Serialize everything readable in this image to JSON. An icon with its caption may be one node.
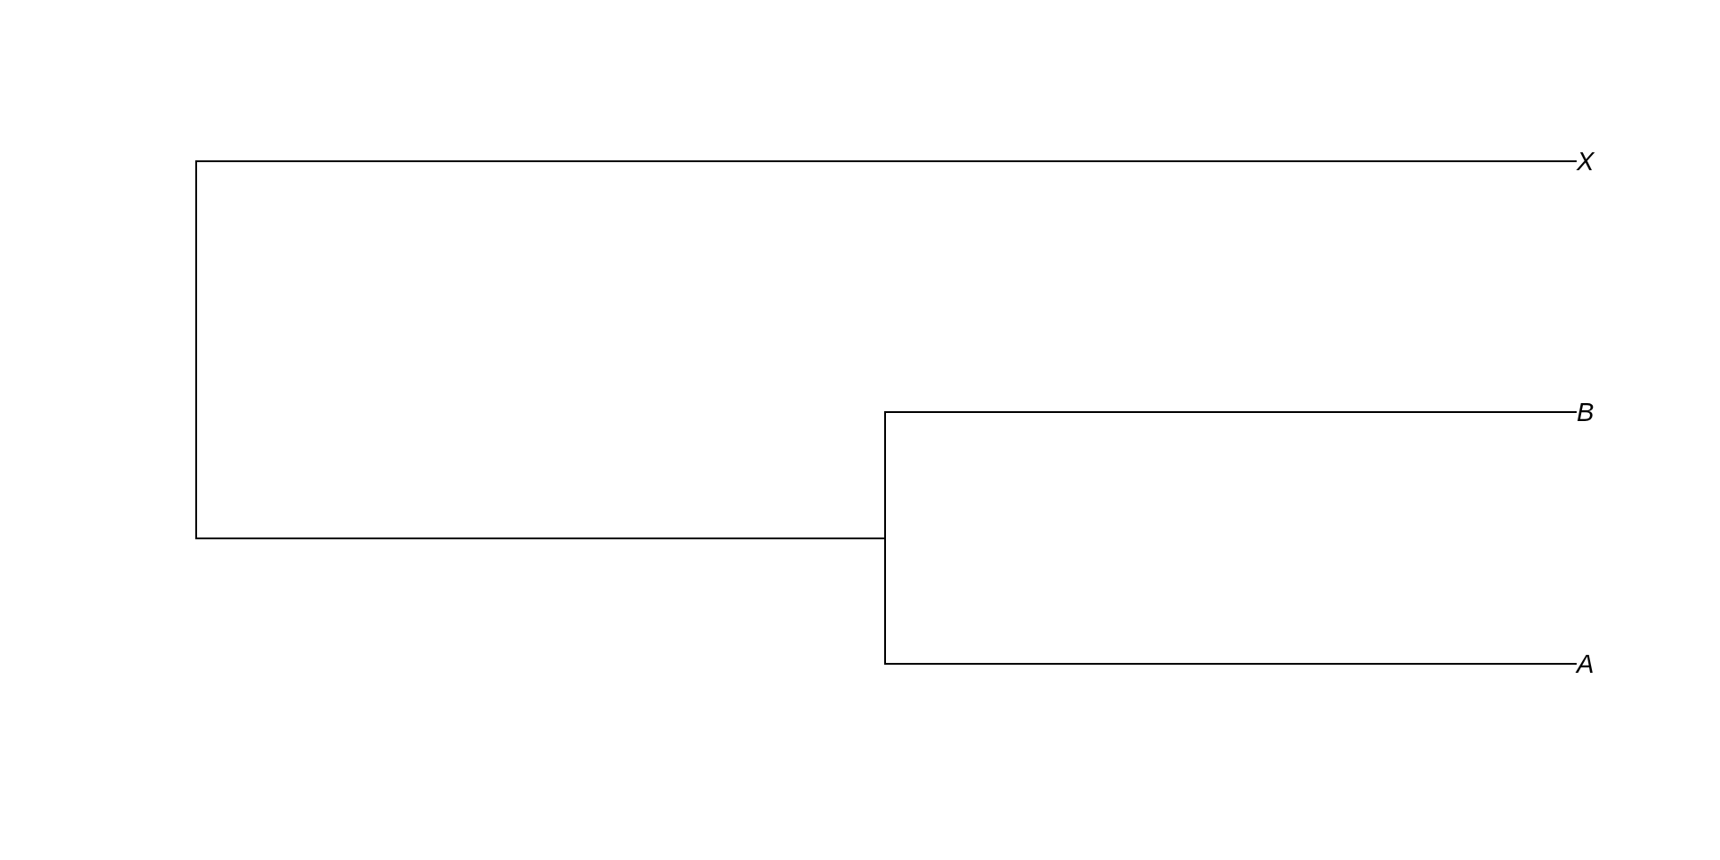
{
  "diagram": {
    "nodes": [
      {
        "text": [
          "X"
        ]
      },
      {
        "text": [
          "B"
        ]
      },
      {
        "text": [
          "A"
        ]
      }
    ],
    "edges": [
      {
        "from": 0,
        "to": 1,
        "arrow": "none"
      },
      {
        "from": 0,
        "to": 2,
        "arrow": "none"
      },
      {
        "from": 1,
        "to": 2,
        "arrow": "none"
      }
    ]
  }
}
